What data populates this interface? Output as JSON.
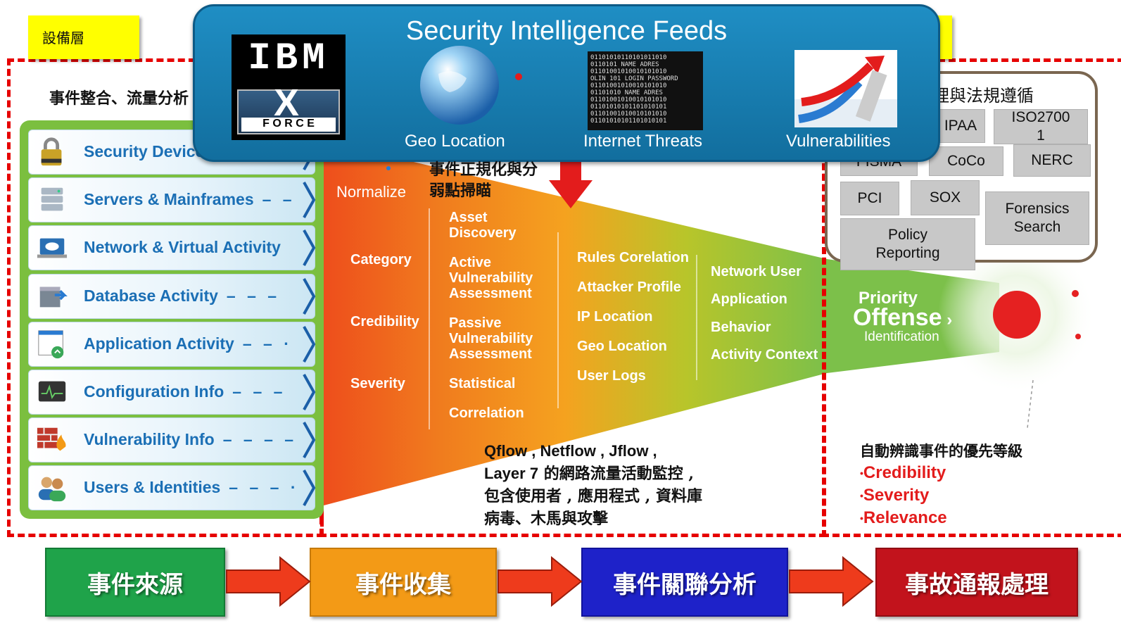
{
  "layers": {
    "device_label": "設備層",
    "integration_label": "事件整合、流量分析",
    "compliance_label": "理與法規遵循"
  },
  "feeds": {
    "title": "Security Intelligence Feeds",
    "ibm_logo_text": "IBM",
    "xforce_text": "F O R C E",
    "geo": "Geo Location",
    "threats": "Internet Threats",
    "vulns": "Vulnerabilities"
  },
  "sources": [
    {
      "label": "Security Devices",
      "icon": "lock-icon"
    },
    {
      "label": "Servers & Mainframes",
      "icon": "server-icon"
    },
    {
      "label": "Network & Virtual Activity",
      "icon": "cloud-laptop-icon"
    },
    {
      "label": "Database Activity",
      "icon": "database-icon"
    },
    {
      "label": "Application Activity",
      "icon": "application-icon"
    },
    {
      "label": "Configuration Info",
      "icon": "monitor-icon"
    },
    {
      "label": "Vulnerability Info",
      "icon": "firewall-icon"
    },
    {
      "label": "Users & Identities",
      "icon": "users-icon"
    }
  ],
  "funnel": {
    "normalize": "Normalize",
    "normalize_note": "事件正規化與分\n弱點掃瞄",
    "col1": [
      "Category",
      "Credibility",
      "Severity"
    ],
    "col2": [
      "Asset\nDiscovery",
      "Active\nVulnerability\nAssessment",
      "Passive\nVulnerability\nAssessment",
      "Statistical",
      "Correlation"
    ],
    "col3": [
      "Rules Corelation",
      "Attacker Profile",
      "IP Location",
      "Geo Location",
      "User Logs"
    ],
    "col4": [
      "Network User",
      "Application",
      "Behavior",
      "Activity Context"
    ],
    "priority": "Priority",
    "offense": "Offense",
    "identification": "Identification"
  },
  "flow_note": {
    "line1": "Qflow , Netflow , Jflow ,",
    "line2_en": "Layer 7",
    "line2_cn": " 的網路流量活動監控 ,",
    "line3": "包含使用者 , 應用程式 , 資料庫",
    "line4": "病毒、木馬與攻擊"
  },
  "compliance": {
    "items": [
      "IPAA",
      "ISO2700\n1",
      "FISMA",
      "CoCo",
      "NERC",
      "PCI",
      "SOX",
      "Forensics\nSearch",
      "Policy\nReporting"
    ]
  },
  "priority_note": {
    "title": "自動辨識事件的優先等級",
    "items": [
      "Credibility",
      "Severity",
      "Relevance"
    ]
  },
  "process": {
    "steps": [
      "事件來源",
      "事件收集",
      "事件關聯分析",
      "事故通報處理"
    ],
    "colors": [
      "#1fa34a",
      "#f39a16",
      "#1e22c9",
      "#c2131c"
    ]
  },
  "colors": {
    "accent_red": "#e60000",
    "feeds_blue": "#1a82b8",
    "source_green": "#7bbf3f",
    "label_blue": "#1b6fb5"
  }
}
